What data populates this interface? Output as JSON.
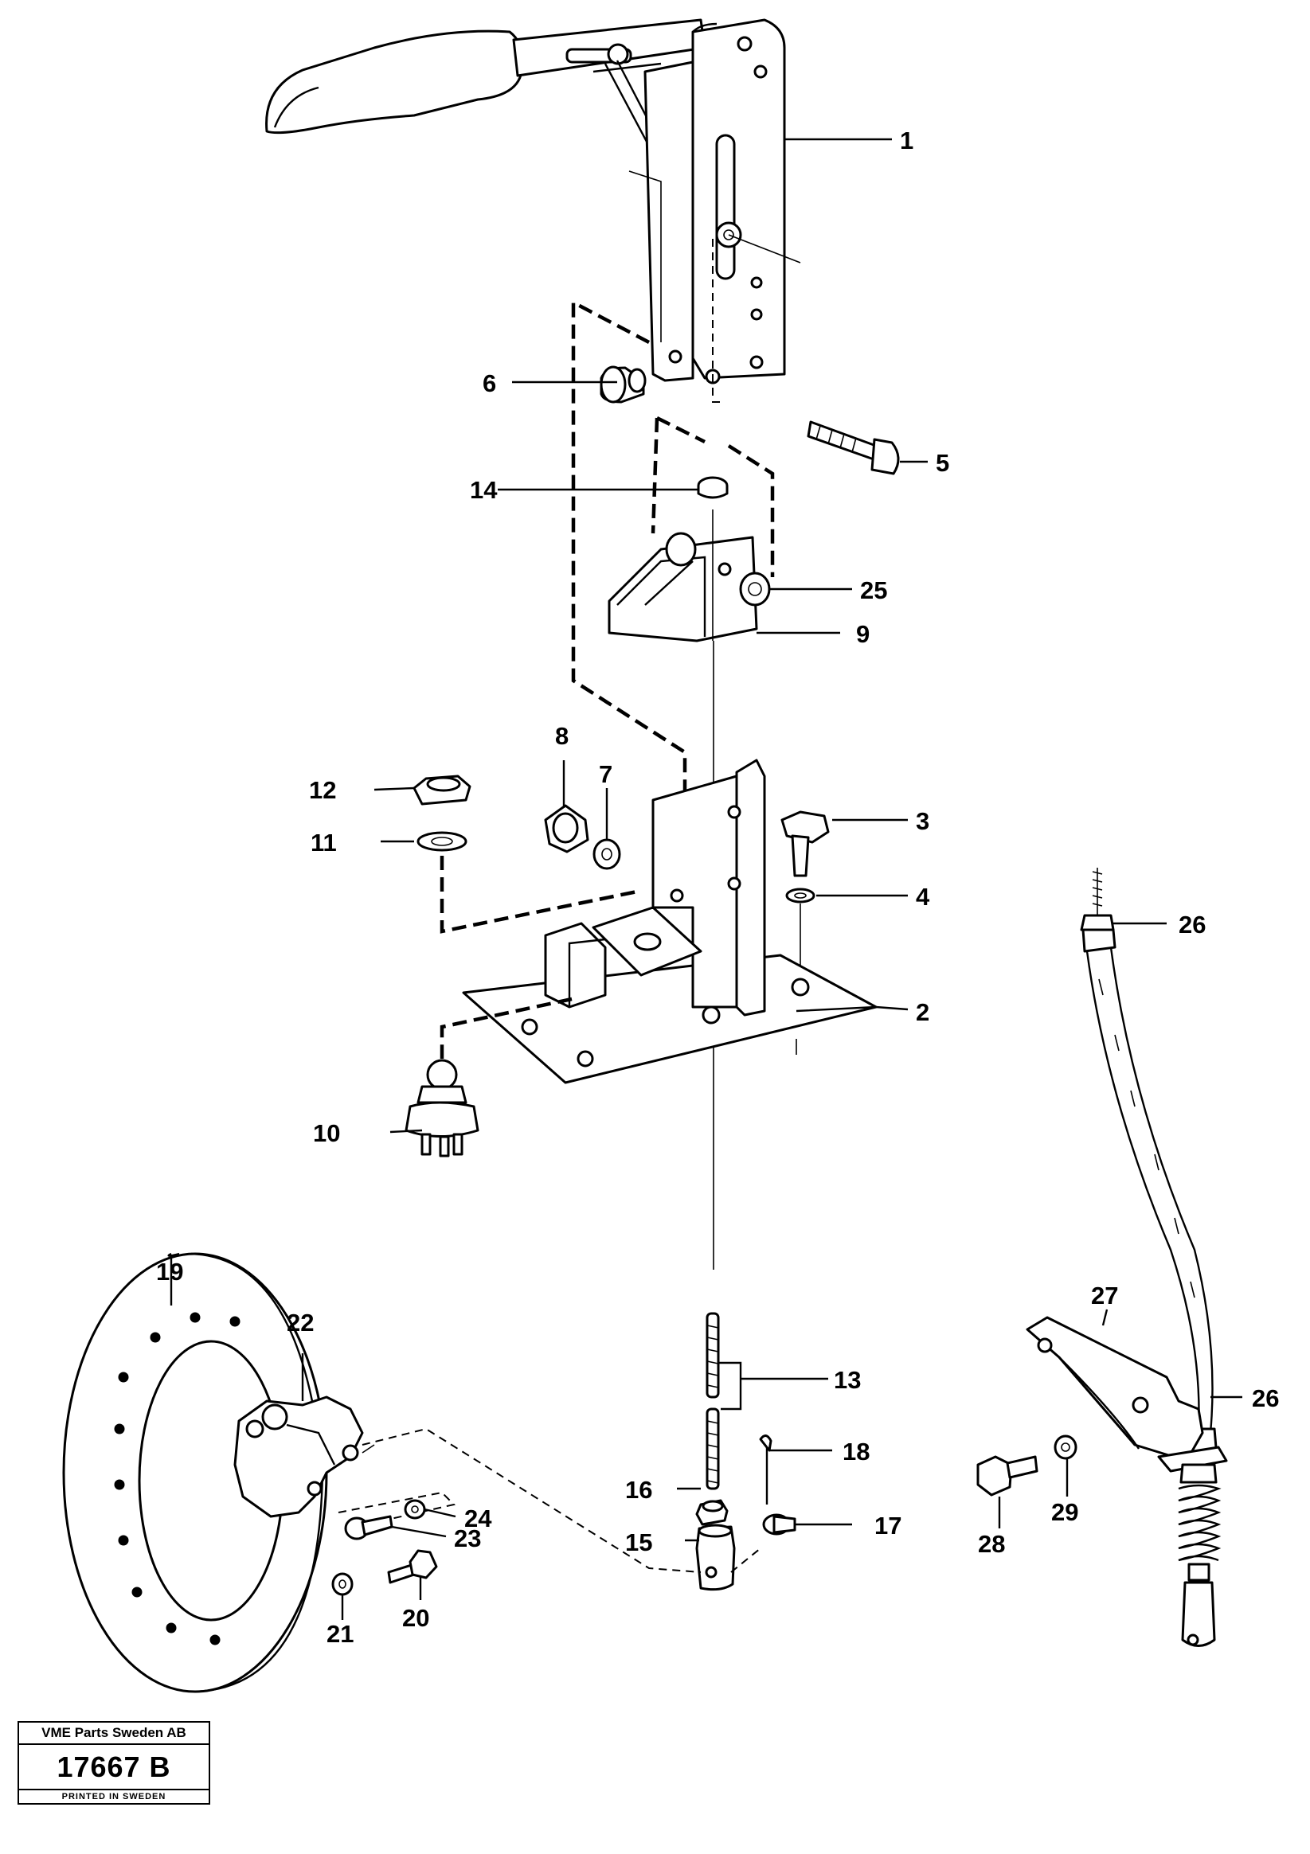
{
  "diagram": {
    "callouts": [
      {
        "id": "1",
        "label": "1"
      },
      {
        "id": "2",
        "label": "2"
      },
      {
        "id": "3",
        "label": "3"
      },
      {
        "id": "4",
        "label": "4"
      },
      {
        "id": "5",
        "label": "5"
      },
      {
        "id": "6",
        "label": "6"
      },
      {
        "id": "7",
        "label": "7"
      },
      {
        "id": "8",
        "label": "8"
      },
      {
        "id": "9",
        "label": "9"
      },
      {
        "id": "10",
        "label": "10"
      },
      {
        "id": "11",
        "label": "11"
      },
      {
        "id": "12",
        "label": "12"
      },
      {
        "id": "13",
        "label": "13"
      },
      {
        "id": "14",
        "label": "14"
      },
      {
        "id": "15",
        "label": "15"
      },
      {
        "id": "16",
        "label": "16"
      },
      {
        "id": "17",
        "label": "17"
      },
      {
        "id": "18",
        "label": "18"
      },
      {
        "id": "19",
        "label": "19"
      },
      {
        "id": "20",
        "label": "20"
      },
      {
        "id": "21",
        "label": "21"
      },
      {
        "id": "22",
        "label": "22"
      },
      {
        "id": "23",
        "label": "23"
      },
      {
        "id": "24",
        "label": "24"
      },
      {
        "id": "25",
        "label": "25"
      },
      {
        "id": "26a",
        "label": "26"
      },
      {
        "id": "26b",
        "label": "26"
      },
      {
        "id": "27",
        "label": "27"
      },
      {
        "id": "28",
        "label": "28"
      },
      {
        "id": "29",
        "label": "29"
      }
    ]
  },
  "title_block": {
    "company": "VME Parts Sweden AB",
    "drawing_number": "17667 B",
    "printed": "PRINTED IN SWEDEN"
  }
}
